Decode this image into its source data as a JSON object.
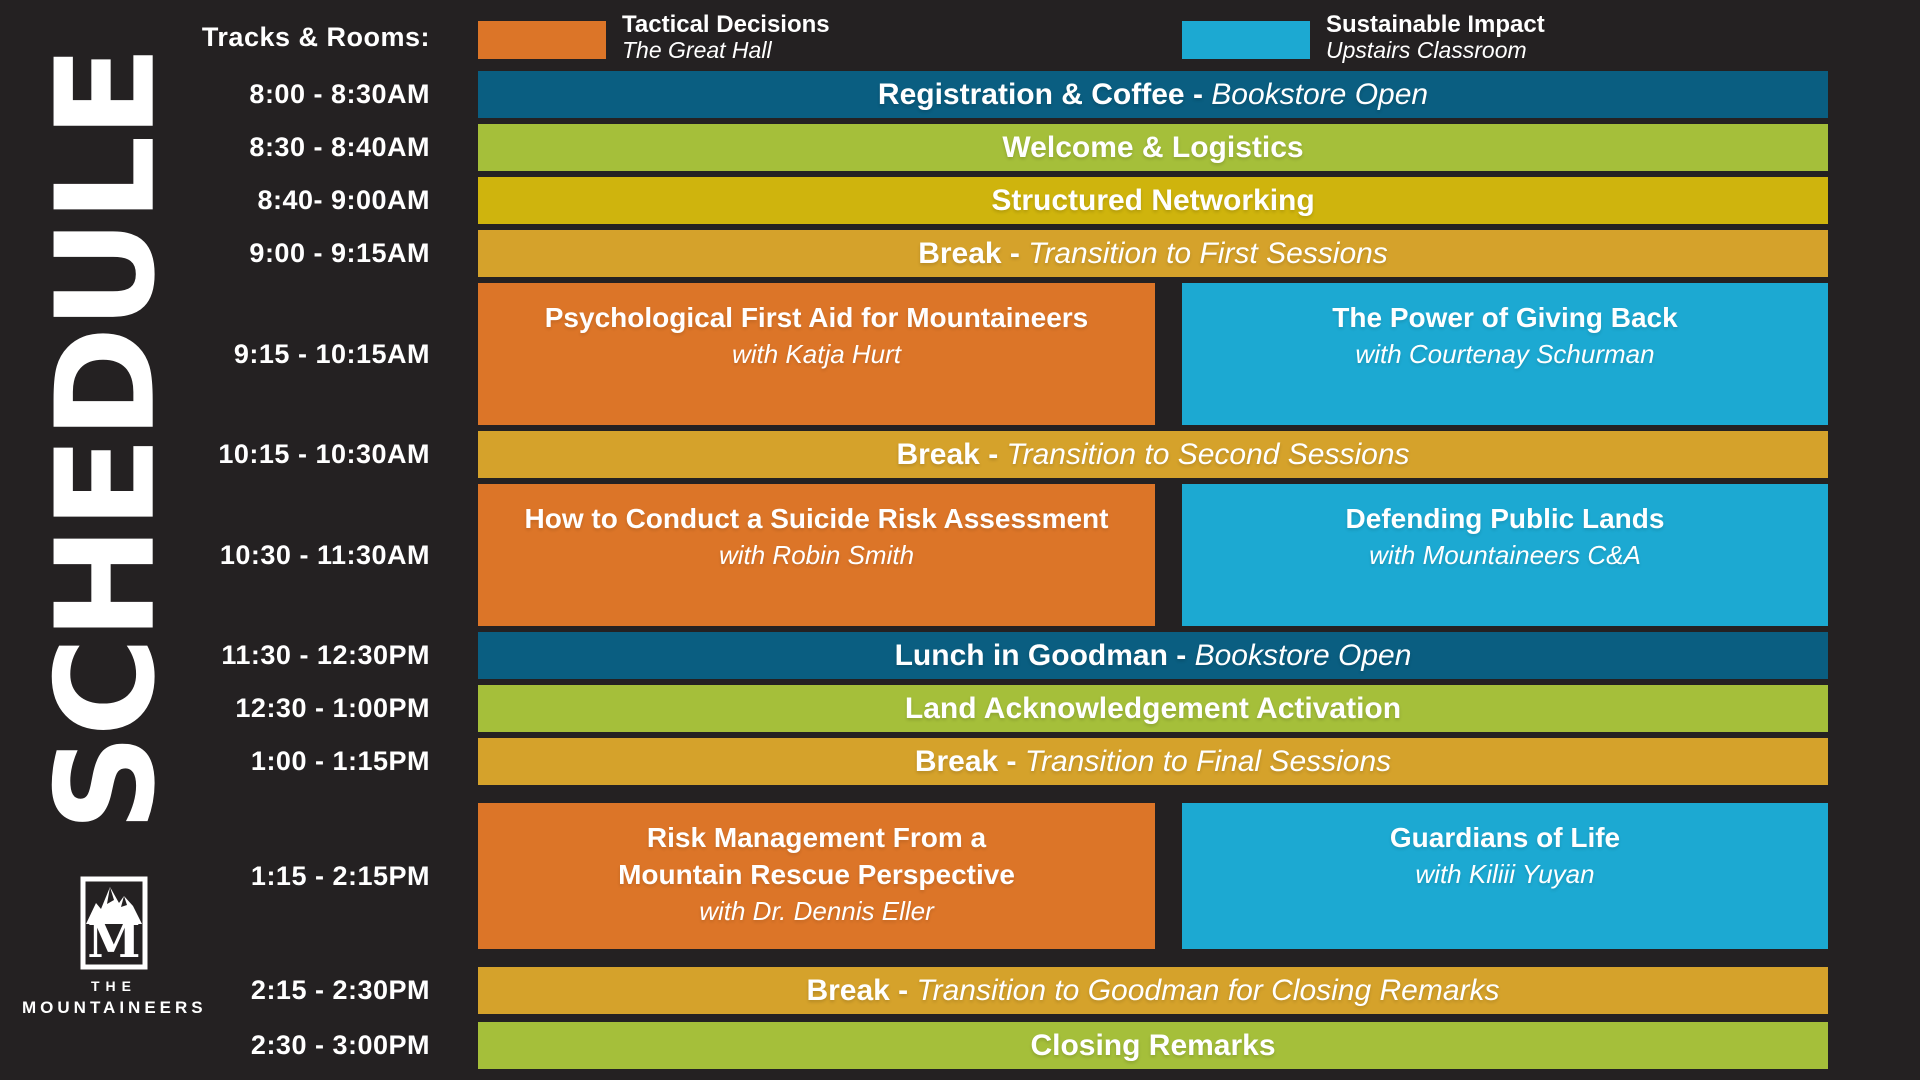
{
  "title": "SCHEDULE",
  "legend": {
    "label": "Tracks & Rooms:",
    "tracks": [
      {
        "name": "Tactical Decisions",
        "room": "The Great Hall",
        "color": "#DC7528"
      },
      {
        "name": "Sustainable Impact",
        "room": "Upstairs Classroom",
        "color": "#1CA9D2"
      }
    ]
  },
  "rows": [
    {
      "time": "8:00 - 8:30AM",
      "title": "Registration & Coffee",
      "sep": " - ",
      "subtitle": "Bookstore Open"
    },
    {
      "time": "8:30 - 8:40AM",
      "title": "Welcome & Logistics",
      "sep": "",
      "subtitle": ""
    },
    {
      "time": "8:40- 9:00AM",
      "title": "Structured Networking",
      "sep": "",
      "subtitle": ""
    },
    {
      "time": "9:00 - 9:15AM",
      "title": "Break -",
      "sep": " ",
      "subtitle": "Transition to First Sessions"
    },
    {
      "time": "9:15 - 10:15AM",
      "left": {
        "title": "Psychological First Aid for Mountaineers",
        "speaker": "with Katja Hurt"
      },
      "right": {
        "title": "The Power of Giving Back",
        "speaker": "with Courtenay Schurman"
      }
    },
    {
      "time": "10:15 - 10:30AM",
      "title": "Break -",
      "sep": " ",
      "subtitle": "Transition to Second Sessions"
    },
    {
      "time": "10:30 - 11:30AM",
      "left": {
        "title": "How to Conduct a Suicide Risk Assessment",
        "speaker": "with Robin Smith"
      },
      "right": {
        "title": "Defending Public Lands",
        "speaker": "with Mountaineers C&A"
      }
    },
    {
      "time": "11:30 - 12:30PM",
      "title": "Lunch in Goodman",
      "sep": " - ",
      "subtitle": "Bookstore Open"
    },
    {
      "time": "12:30 - 1:00PM",
      "title": "Land Acknowledgement Activation",
      "sep": "",
      "subtitle": ""
    },
    {
      "time": "1:00 - 1:15PM",
      "title": "Break -",
      "sep": " ",
      "subtitle": "Transition to Final Sessions"
    },
    {
      "time": "1:15 - 2:15PM",
      "left": {
        "title": "Risk Management From a\nMountain Rescue Perspective",
        "speaker": "with Dr. Dennis Eller"
      },
      "right": {
        "title": "Guardians of Life",
        "speaker": "with Kiliii Yuyan"
      }
    },
    {
      "time": "2:15 - 2:30PM",
      "title": "Break -",
      "sep": " ",
      "subtitle": "Transition to Goodman for Closing Remarks"
    },
    {
      "time": "2:30 - 3:00PM",
      "title": "Closing Remarks",
      "sep": "",
      "subtitle": ""
    }
  ],
  "logo": {
    "monogram": "M",
    "line1": "THE",
    "line2": "MOUNTAINEERS"
  },
  "colors": {
    "bg": "#242122",
    "teal": "#0A5E81",
    "green": "#A5BF3A",
    "mustard": "#CFB40D",
    "gold": "#D5A22B",
    "orange": "#DC7528",
    "blue": "#1CA9D2",
    "text": "#FFFFFF"
  }
}
